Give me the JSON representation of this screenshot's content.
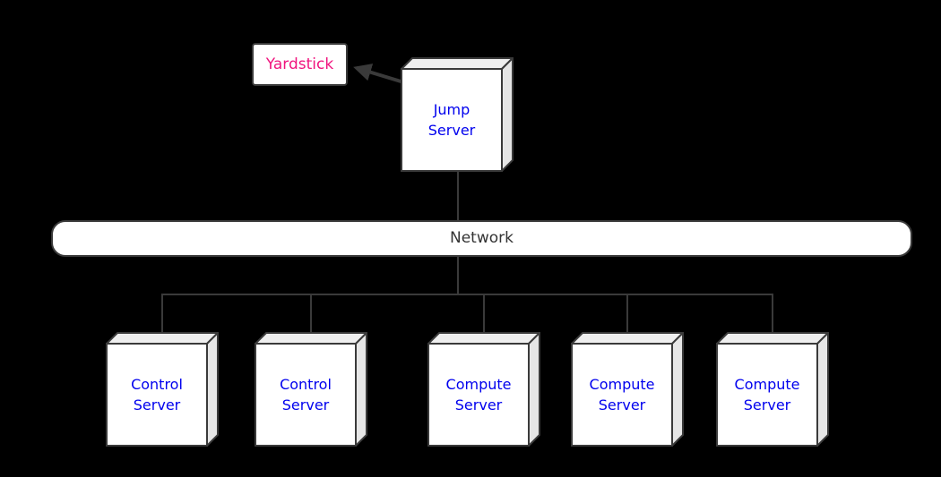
{
  "nodes": {
    "yardstick": {
      "label": "Yardstick"
    },
    "jump_server": {
      "label": "Jump\nServer"
    },
    "network": {
      "label": "Network"
    },
    "servers": [
      {
        "label": "Control\nServer"
      },
      {
        "label": "Control\nServer"
      },
      {
        "label": "Compute\nServer"
      },
      {
        "label": "Compute\nServer"
      },
      {
        "label": "Compute\nServer"
      }
    ]
  },
  "colors": {
    "background": "#000000",
    "node_fill": "#FFFFFF",
    "box_top_face": "#EFEFEF",
    "box_side_face": "#E6E6E6",
    "outline": "#3A3A3A",
    "server_label_text": "#0000EE",
    "yardstick_label_text": "#F0147E",
    "network_label_text": "#333333"
  }
}
